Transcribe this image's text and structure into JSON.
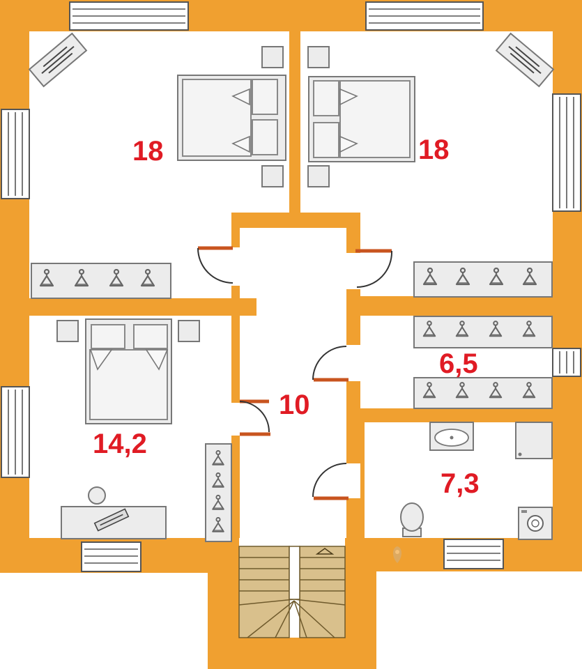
{
  "plan": {
    "title": "",
    "colors": {
      "wall": "#f0a030",
      "room_label": "#e01b24",
      "furniture": "#ececec",
      "stairs": "#d9c08c",
      "door_leaf": "#c8541f"
    },
    "rooms": [
      {
        "id": "bedroom-north-west",
        "area_label": "18"
      },
      {
        "id": "bedroom-north-east",
        "area_label": "18"
      },
      {
        "id": "bedroom-south-west",
        "area_label": "14,2"
      },
      {
        "id": "hallway",
        "area_label": "10"
      },
      {
        "id": "wardrobe-room",
        "area_label": "6,5"
      },
      {
        "id": "bathroom",
        "area_label": "7,3"
      }
    ],
    "icons": [
      "double-bed-icon",
      "nightstand-icon",
      "wardrobe-rail-icon",
      "hanger-icon",
      "window-icon",
      "door-icon",
      "air-conditioner-icon",
      "desk-icon",
      "chair-icon",
      "sink-icon",
      "toilet-icon",
      "washing-machine-icon",
      "shower-icon",
      "stairs-icon",
      "map-pin-watermark-icon"
    ]
  }
}
